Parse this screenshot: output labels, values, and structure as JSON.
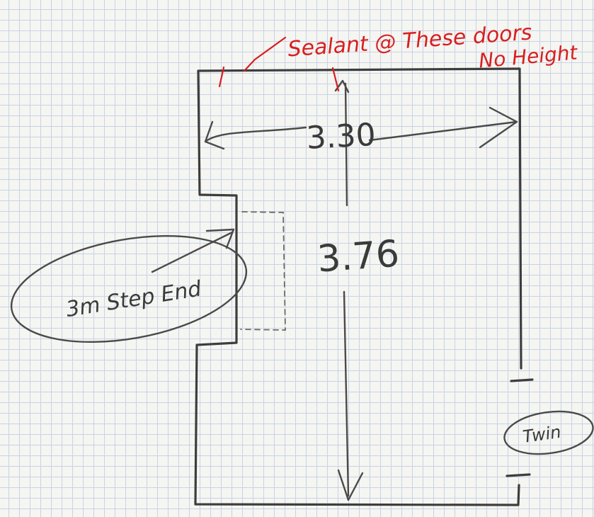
{
  "labels": {
    "width_dimension": "3.30",
    "length_dimension": "3.76",
    "step_note": "3m Step End",
    "bed_label": "Twin",
    "red_note_line1": "Sealant @ These doors",
    "red_note_line2": "No Height"
  },
  "colors": {
    "pencil": "#3d3d3d",
    "red_ink": "#d81f1f",
    "grid": "#c9d3e4",
    "paper": "#f5f5f2"
  }
}
